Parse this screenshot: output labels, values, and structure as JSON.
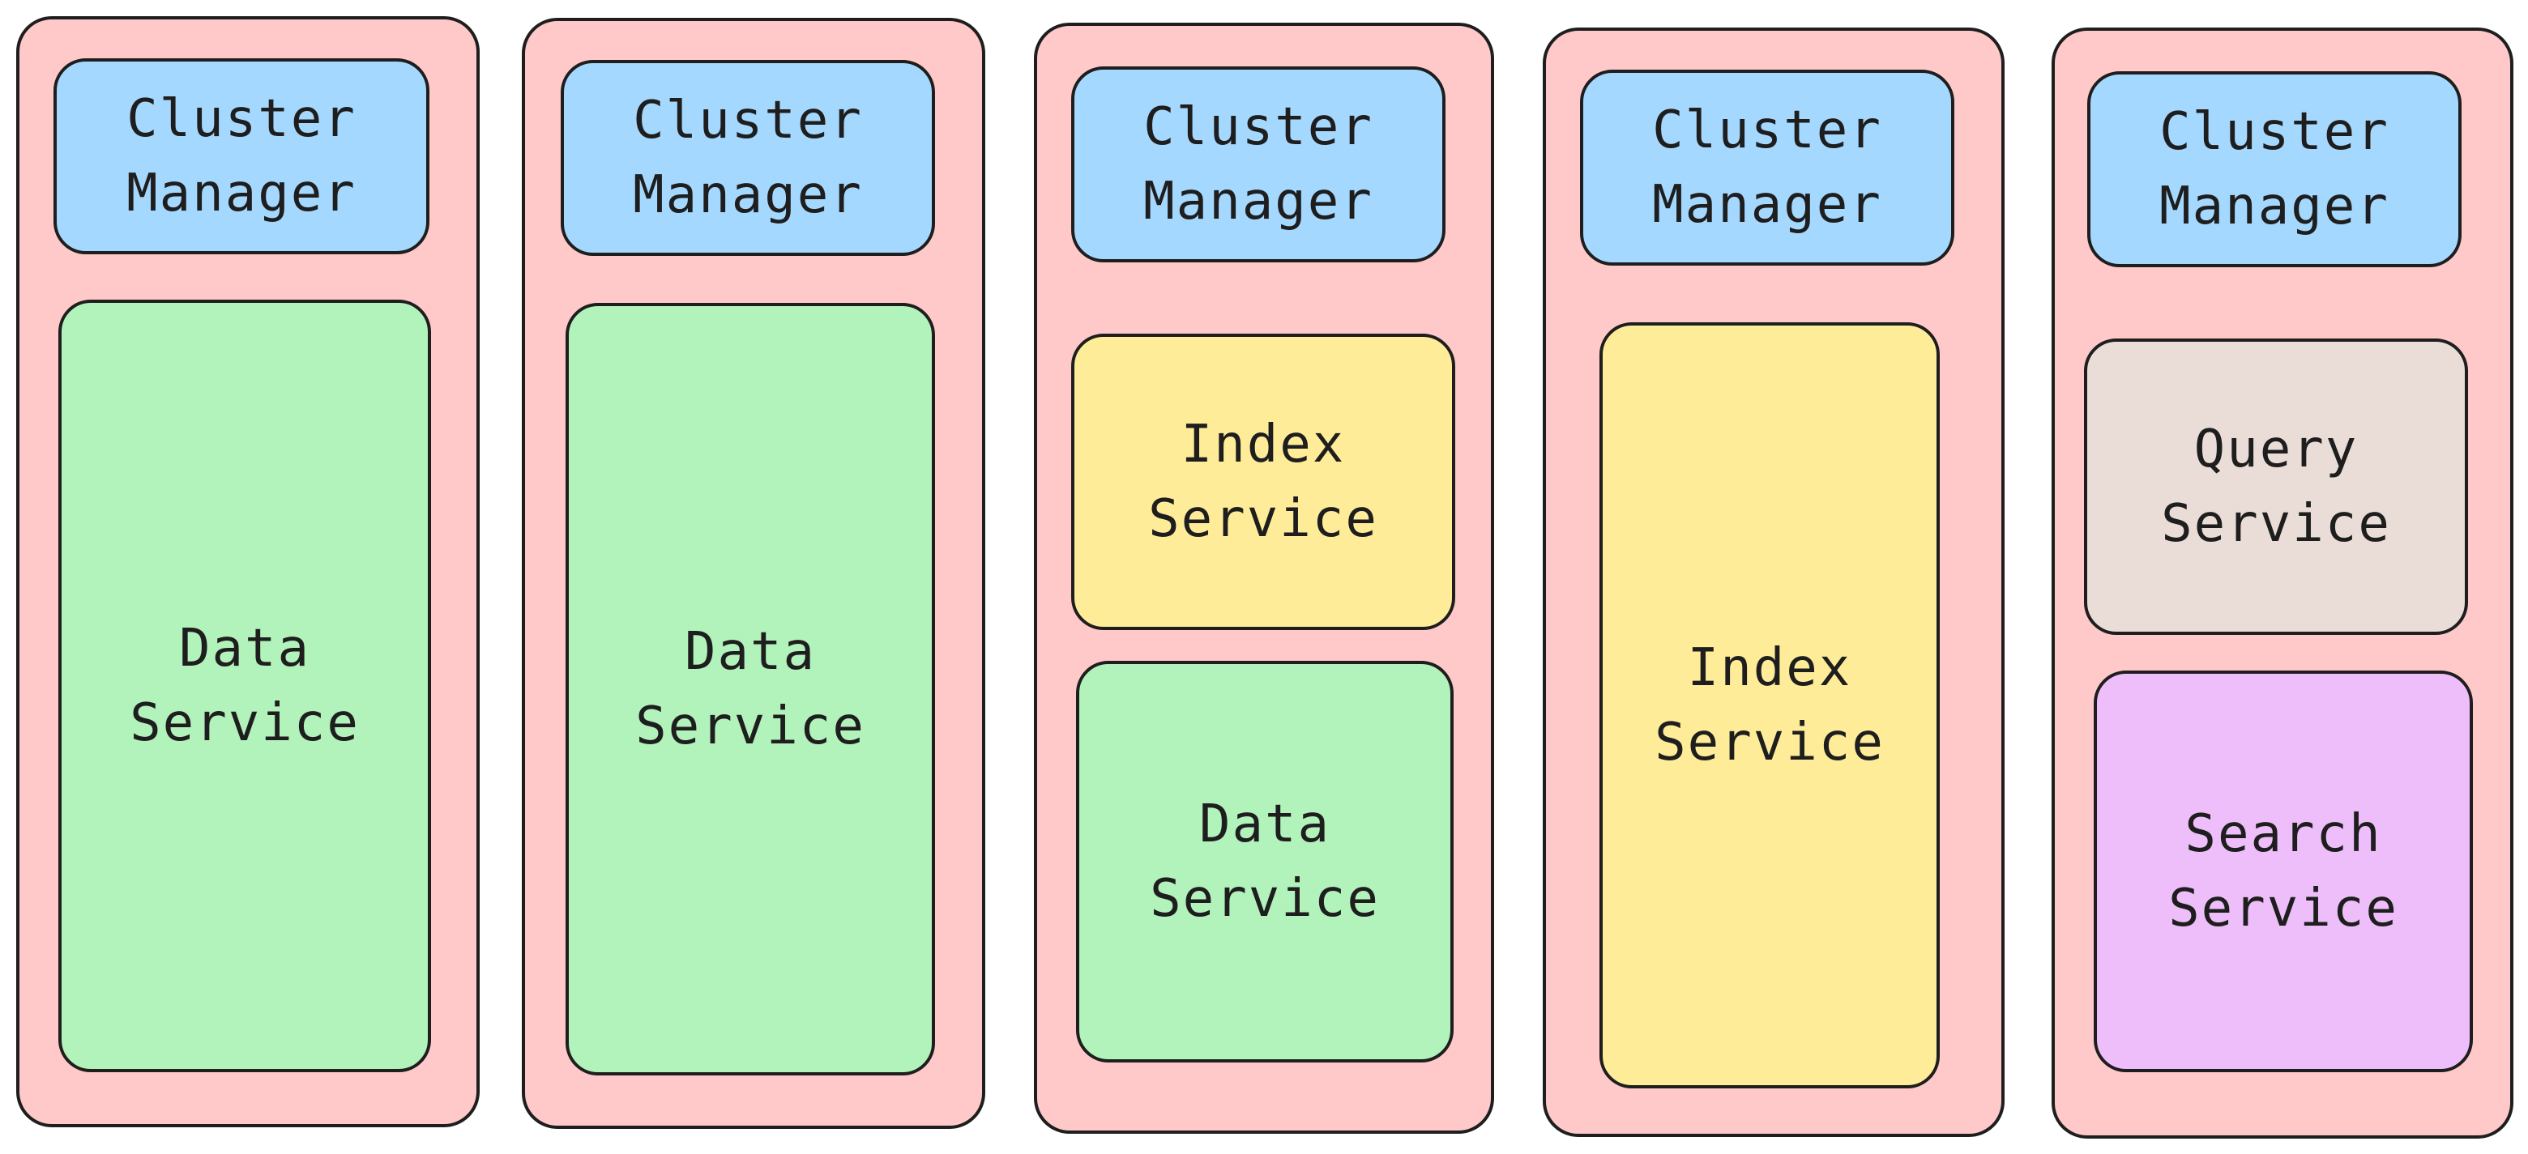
{
  "colors": {
    "node": "#ffc9c9",
    "cluster_manager": "#a5d8ff",
    "data_service": "#b2f2bb",
    "index_service": "#ffec99",
    "query_service": "#eaddd7",
    "search_service": "#eebefa",
    "stroke": "#1e1e1e"
  },
  "nodes": [
    {
      "services": [
        {
          "kind": "cluster_manager",
          "label": "Cluster\nManager"
        },
        {
          "kind": "data_service",
          "label": "Data\nService"
        }
      ]
    },
    {
      "services": [
        {
          "kind": "cluster_manager",
          "label": "Cluster\nManager"
        },
        {
          "kind": "data_service",
          "label": "Data\nService"
        }
      ]
    },
    {
      "services": [
        {
          "kind": "cluster_manager",
          "label": "Cluster\nManager"
        },
        {
          "kind": "index_service",
          "label": "Index\nService"
        },
        {
          "kind": "data_service",
          "label": "Data\nService"
        }
      ]
    },
    {
      "services": [
        {
          "kind": "cluster_manager",
          "label": "Cluster\nManager"
        },
        {
          "kind": "index_service",
          "label": "Index\nService"
        }
      ]
    },
    {
      "services": [
        {
          "kind": "cluster_manager",
          "label": "Cluster\nManager"
        },
        {
          "kind": "query_service",
          "label": "Query\nService"
        },
        {
          "kind": "search_service",
          "label": "Search\nService"
        }
      ]
    }
  ]
}
